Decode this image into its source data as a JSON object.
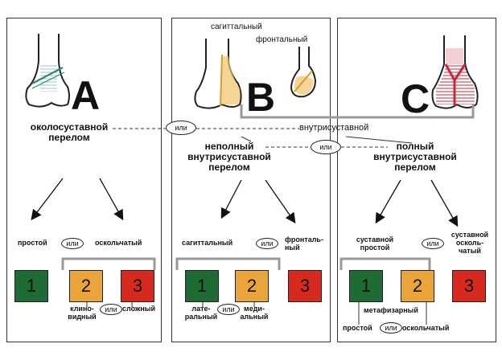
{
  "colors": {
    "green": "#1f6b34",
    "orange": "#e9a43a",
    "red": "#d8291e",
    "bracket": "#999999",
    "bone_stroke": "#222222",
    "fracture_a": "#2a8a73",
    "fracture_b": "#d99b2e",
    "fracture_c": "#c8283a"
  },
  "panel_a": {
    "letter": "A",
    "title": "околосуставной\nперелом",
    "label_left": "простой",
    "label_right": "оскольчатый",
    "or": "или",
    "boxes": [
      "1",
      "2",
      "3"
    ],
    "sub_left": "клино-\nвидный",
    "sub_right": "сложный",
    "sub_or": "или"
  },
  "panel_b": {
    "letter": "B",
    "label_sagittal": "сагиттальный",
    "label_frontal": "фронтальный",
    "title": "неполный\nвнутрисуставной\nперелом",
    "label_left": "сагиттальный",
    "label_right": "фронталь-\nный",
    "or": "или",
    "boxes": [
      "1",
      "2",
      "3"
    ],
    "sub_left": "лате-\nральный",
    "sub_right": "меди-\nальный",
    "sub_or": "или"
  },
  "panel_c": {
    "letter": "C",
    "title": "полный\nвнутрисуставной\nперелом",
    "label_left": "суставной\nпростой",
    "label_right": "суставной\nосколь-\nчатый",
    "or": "или",
    "boxes": [
      "1",
      "2",
      "3"
    ],
    "sub_top": "метафизарный",
    "sub_left": "простой",
    "sub_right": "оскольчатый",
    "sub_or": "или"
  },
  "connectors": {
    "intra": "внутрисуставной",
    "or_ab": "или",
    "or_bc": "или"
  }
}
